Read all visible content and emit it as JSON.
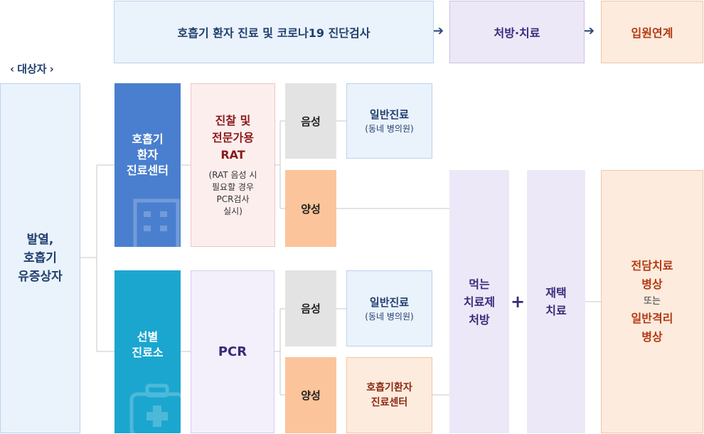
{
  "header": {
    "diagnosis": "호흡기 환자 진료 및 코로나19 진단검사",
    "prescription": "처방·치료",
    "admission": "입원연계"
  },
  "target": {
    "label": "대상자",
    "patient_line1": "발열,",
    "patient_line2": "호흡기",
    "patient_line3": "유증상자"
  },
  "centers": {
    "respiratory": [
      "호흡기",
      "환자",
      "진료센터"
    ],
    "screening": [
      "선별",
      "진료소"
    ]
  },
  "rat": {
    "title": [
      "진찰 및",
      "전문가용",
      "RAT"
    ],
    "note": [
      "(RAT 음성 시",
      "필요할 경우",
      "PCR검사",
      "실시)"
    ]
  },
  "pcr": {
    "label": "PCR"
  },
  "results": {
    "negative": "음성",
    "positive": "양성"
  },
  "general_care": {
    "title": "일반진료",
    "sub": "(동네 병의원)"
  },
  "resp_center": [
    "호흡기환자",
    "진료센터"
  ],
  "treatment": {
    "oral": [
      "먹는",
      "치료제",
      "처방"
    ],
    "plus": "+",
    "home": [
      "재택",
      "치료"
    ]
  },
  "ward": {
    "line1": "전담치료",
    "line2": "병상",
    "or": "또는",
    "line3": "일반격리",
    "line4": "병상"
  },
  "colors": {
    "blue_center": "#4a7fcf",
    "teal_center": "#1ba6cf",
    "positive": "#fcc49a",
    "negative": "#e3e3e3"
  }
}
